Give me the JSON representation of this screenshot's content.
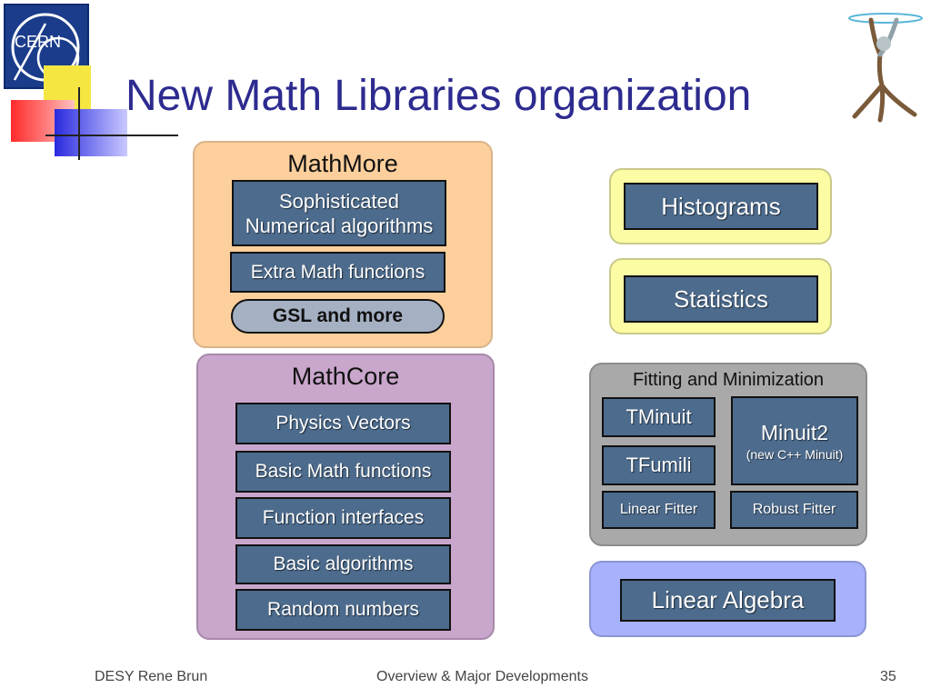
{
  "slide": {
    "logo_text": "CERN",
    "title": "New Math Libraries organization"
  },
  "mathmore": {
    "title": "MathMore",
    "items": [
      "Sophisticated",
      "Numerical algorithms",
      "Extra Math functions"
    ],
    "pill": "GSL and more"
  },
  "mathcore": {
    "title": "MathCore",
    "items": [
      "Physics Vectors",
      "Basic Math functions",
      "Function interfaces",
      "Basic algorithms",
      "Random numbers"
    ]
  },
  "histograms": {
    "label": "Histograms"
  },
  "statistics": {
    "label": "Statistics"
  },
  "fitting": {
    "title": "Fitting and Minimization",
    "tminuit": "TMinuit",
    "tfumili": "TFumili",
    "minuit2": "Minuit2",
    "minuit2_note": "(new C++ Minuit)",
    "linear_fitter": "Linear Fitter",
    "robust_fitter": "Robust Fitter"
  },
  "linear_algebra": {
    "label": "Linear Algebra"
  },
  "footer": {
    "left": "DESY  Rene Brun",
    "center": "Overview & Major Developments",
    "page": "35"
  },
  "colors": {
    "title": "#2d2b8f",
    "box": "#4d6b8c",
    "mathmore_bg": "#fccf9c",
    "mathcore_bg": "#c9a6cc",
    "hist_bg": "#fcfca4",
    "fit_bg": "#a9a9a9",
    "linalg_bg": "#a7b1fc"
  }
}
